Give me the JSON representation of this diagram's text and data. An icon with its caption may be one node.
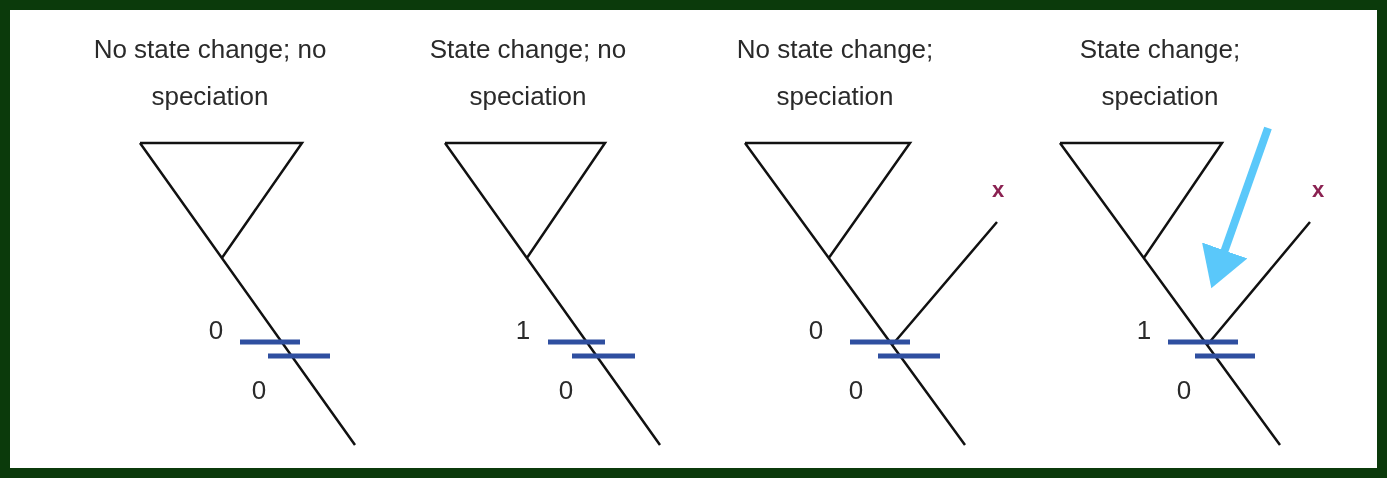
{
  "diagram": {
    "labels": [
      "No state change; no speciation",
      "State change; no speciation",
      "No state change; speciation",
      "State change; speciation",
      "x",
      "x",
      "0",
      "1",
      "0",
      "1",
      "0",
      "0",
      "0",
      "0"
    ]
  }
}
